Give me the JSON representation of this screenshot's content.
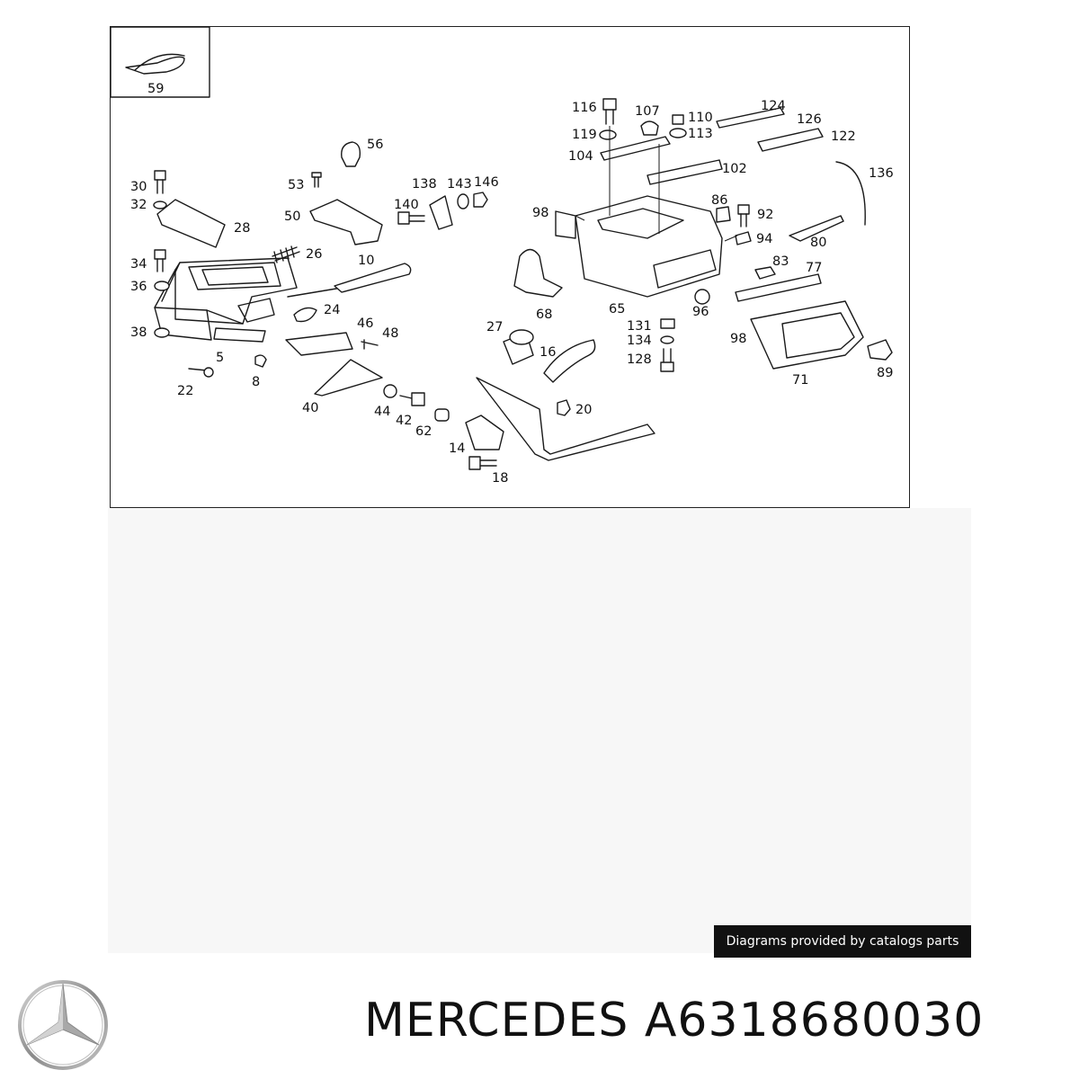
{
  "callouts": [
    {
      "id": "59",
      "label": "59"
    },
    {
      "id": "56",
      "label": "56"
    },
    {
      "id": "53",
      "label": "53"
    },
    {
      "id": "50",
      "label": "50"
    },
    {
      "id": "30",
      "label": "30"
    },
    {
      "id": "32",
      "label": "32"
    },
    {
      "id": "28",
      "label": "28"
    },
    {
      "id": "26",
      "label": "26"
    },
    {
      "id": "10",
      "label": "10"
    },
    {
      "id": "34",
      "label": "34"
    },
    {
      "id": "36",
      "label": "36"
    },
    {
      "id": "38",
      "label": "38"
    },
    {
      "id": "24",
      "label": "24"
    },
    {
      "id": "46",
      "label": "46"
    },
    {
      "id": "48",
      "label": "48"
    },
    {
      "id": "5",
      "label": "5"
    },
    {
      "id": "22",
      "label": "22"
    },
    {
      "id": "8",
      "label": "8"
    },
    {
      "id": "40",
      "label": "40"
    },
    {
      "id": "44",
      "label": "44"
    },
    {
      "id": "42",
      "label": "42"
    },
    {
      "id": "62",
      "label": "62"
    },
    {
      "id": "138",
      "label": "138"
    },
    {
      "id": "143",
      "label": "143"
    },
    {
      "id": "146",
      "label": "146"
    },
    {
      "id": "140",
      "label": "140"
    },
    {
      "id": "27",
      "label": "27"
    },
    {
      "id": "16",
      "label": "16"
    },
    {
      "id": "68",
      "label": "68"
    },
    {
      "id": "14",
      "label": "14"
    },
    {
      "id": "18",
      "label": "18"
    },
    {
      "id": "20",
      "label": "20"
    },
    {
      "id": "116",
      "label": "116"
    },
    {
      "id": "107",
      "label": "107"
    },
    {
      "id": "110",
      "label": "110"
    },
    {
      "id": "113",
      "label": "113"
    },
    {
      "id": "119",
      "label": "119"
    },
    {
      "id": "104",
      "label": "104"
    },
    {
      "id": "124",
      "label": "124"
    },
    {
      "id": "126",
      "label": "126"
    },
    {
      "id": "122",
      "label": "122"
    },
    {
      "id": "102",
      "label": "102"
    },
    {
      "id": "136",
      "label": "136"
    },
    {
      "id": "98a",
      "label": "98"
    },
    {
      "id": "86",
      "label": "86"
    },
    {
      "id": "92",
      "label": "92"
    },
    {
      "id": "94",
      "label": "94"
    },
    {
      "id": "80",
      "label": "80"
    },
    {
      "id": "83",
      "label": "83"
    },
    {
      "id": "77",
      "label": "77"
    },
    {
      "id": "65",
      "label": "65"
    },
    {
      "id": "96",
      "label": "96"
    },
    {
      "id": "131",
      "label": "131"
    },
    {
      "id": "134",
      "label": "134"
    },
    {
      "id": "128",
      "label": "128"
    },
    {
      "id": "98b",
      "label": "98"
    },
    {
      "id": "71",
      "label": "71"
    },
    {
      "id": "89",
      "label": "89"
    }
  ],
  "credit_text": "Diagrams provided by catalogs parts",
  "part_title": "MERCEDES A6318680030",
  "logo_icon": "three-pointed-star-icon"
}
